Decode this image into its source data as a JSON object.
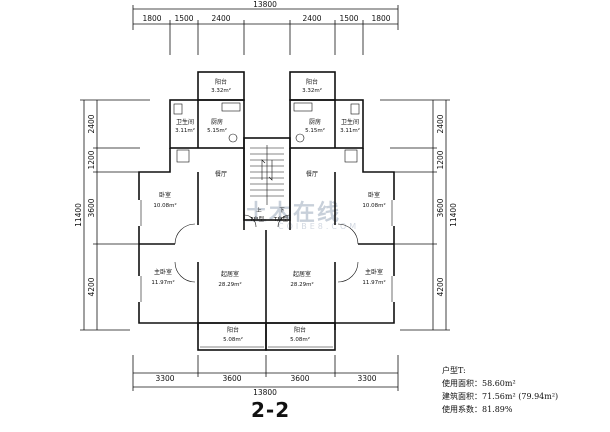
{
  "dimensions": {
    "top_total": "13800",
    "top_segments": [
      "1800",
      "1500",
      "2400",
      "2400",
      "1500",
      "1800"
    ],
    "left_vertical": [
      "2400",
      "1200",
      "3600",
      "4200"
    ],
    "left_total": "11400",
    "right_vertical": [
      "2400",
      "1200",
      "3600",
      "4200"
    ],
    "right_total": "11400",
    "bottom_segments": [
      "3300",
      "3600",
      "3600",
      "3300"
    ],
    "bottom_total": "13800"
  },
  "rooms": {
    "balcony_top_left": {
      "name": "阳台",
      "area": "3.32m²"
    },
    "balcony_top_right": {
      "name": "阳台",
      "area": "3.32m²"
    },
    "bath_left": {
      "name": "卫生间",
      "area": "3.11m²"
    },
    "kitchen_left": {
      "name": "厨房",
      "area": "5.15m²"
    },
    "kitchen_right": {
      "name": "厨房",
      "area": "5.15m²"
    },
    "bath_right": {
      "name": "卫生间",
      "area": "3.11m²"
    },
    "dining_left": {
      "name": "餐厅"
    },
    "dining_right": {
      "name": "餐厅"
    },
    "bedroom_left": {
      "name": "卧室",
      "area": "10.08m²"
    },
    "bedroom_right": {
      "name": "卧室",
      "area": "10.08m²"
    },
    "master_left": {
      "name": "主卧室",
      "area": "11.97m²"
    },
    "master_right": {
      "name": "主卧室",
      "area": "11.97m²"
    },
    "living_left": {
      "name": "起居室",
      "area": "28.29m²"
    },
    "living_right": {
      "name": "起居室",
      "area": "28.29m²"
    },
    "balcony_bottom_left": {
      "name": "阳台",
      "area": "5.08m²"
    },
    "balcony_bottom_right": {
      "name": "阳台",
      "area": "5.08m²"
    }
  },
  "stair": {
    "up": "上",
    "down": "下",
    "door_left": "T户型",
    "door_right": "T户型"
  },
  "info": {
    "type_label": "户型T:",
    "use_area": "使用面积：58.60m²",
    "build_area": "建筑面积：71.56m² (79.94m²)",
    "ratio": "使用系数：81.89%"
  },
  "title": "2-2",
  "watermark": {
    "main": "土木在线",
    "sub": "COIBE8.COM"
  }
}
